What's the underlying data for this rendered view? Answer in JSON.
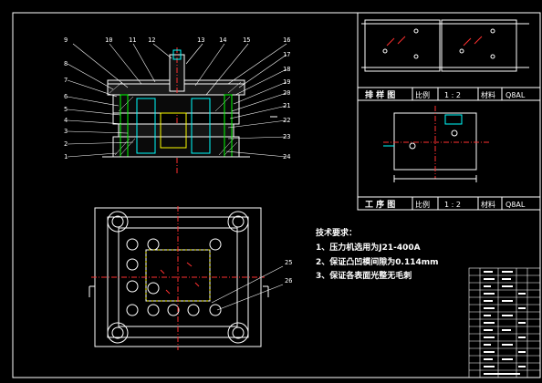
{
  "colors": {
    "background": "#000000",
    "line": "#ffffff",
    "accent_red": "#ff3030",
    "accent_cyan": "#00ffff",
    "accent_yellow": "#ffff00",
    "accent_green": "#00ff00"
  },
  "part_numbers": {
    "top": [
      "9",
      "10",
      "11",
      "12",
      "13",
      "14",
      "15",
      "16"
    ],
    "left": [
      "8",
      "7",
      "6",
      "5",
      "4",
      "3",
      "2",
      "1"
    ],
    "right": [
      "17",
      "18",
      "19",
      "20",
      "21",
      "22",
      "23",
      "24"
    ],
    "plan": [
      "25",
      "26"
    ]
  },
  "layout_table": {
    "title": "排 样 图",
    "scale_label": "比例",
    "scale_value": "1 : 2",
    "material_label": "材料",
    "material_value": "Q8AL"
  },
  "process_table": {
    "title": "工 序 图",
    "scale_label": "比例",
    "scale_value": "1 : 2",
    "material_label": "材料",
    "material_value": "Q8AL"
  },
  "tech_requirements": {
    "heading": "技术要求：",
    "items": [
      "1、压力机选用为J21-400A",
      "2、保证凸凹模间隙为0.114mm",
      "3、保证各表面光整无毛刺"
    ]
  }
}
